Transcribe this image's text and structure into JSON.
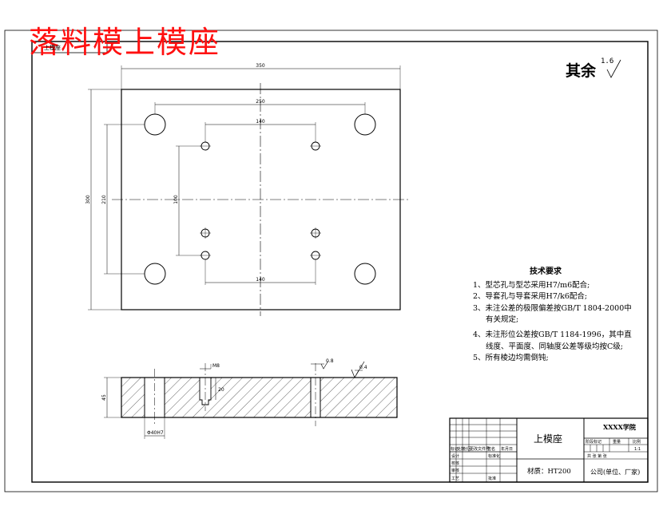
{
  "header": {
    "title": "落料模上模座",
    "top_label": "上模座"
  },
  "roughness": {
    "label": "其余",
    "value": "1.6",
    "section_value": "0.4",
    "hole_value": "0.8"
  },
  "dimensions": {
    "overall_width": "350",
    "overall_height": "300",
    "guide_x": "250",
    "guide_y": "210",
    "screw_x": "140",
    "screw_y": "100",
    "pin_x": "140",
    "thickness": "45",
    "counterbore": "M8",
    "hole_depth": "20",
    "guide_fit": "Φ40H7"
  },
  "tech_requirements": {
    "title": "技术要求",
    "items": [
      "1、型芯孔与型芯采用H7/m6配合;",
      "2、导套孔与导套采用H7/k6配合;",
      "3、未注公差的极限偏差按GB/T 1804-2000中",
      "有关规定;",
      "4、未注形位公差按GB/T 1184-1996，其中直",
      "线度、平面度、同轴度公差等级均按C级;",
      "5、所有棱边均需倒钝;"
    ]
  },
  "title_block": {
    "part_name": "上模座",
    "school": "XXXX学院",
    "material": "材质：HT200",
    "company": "公司(单位、厂家)",
    "small_headers": [
      "标记",
      "处数",
      "分区",
      "更改文件号",
      "签名",
      "年月日"
    ],
    "rows": [
      "设计",
      "校核",
      "审核",
      "工艺",
      "批准"
    ],
    "std_label": "标准化",
    "approve_label": "批准",
    "stage_headers": [
      "阶段标记",
      "重量",
      "比例"
    ],
    "scale": "1:1",
    "sheets": "共 张 第 张"
  }
}
